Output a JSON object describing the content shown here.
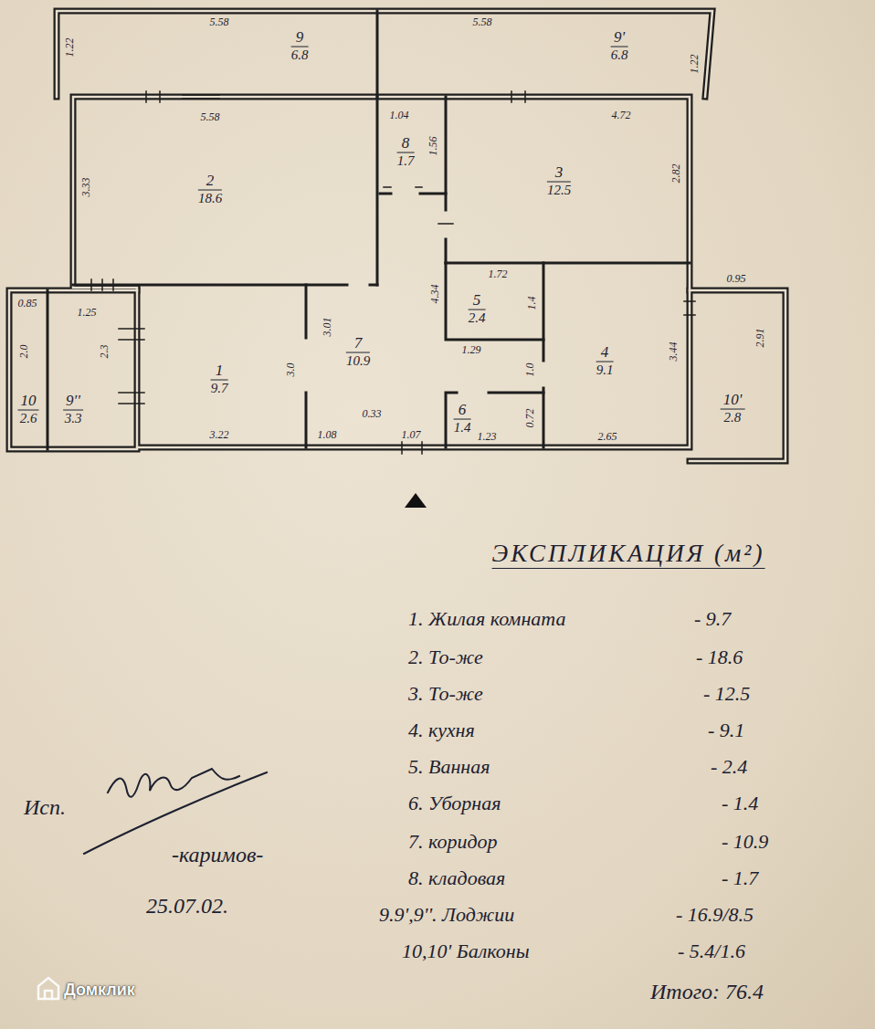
{
  "diagram": {
    "title": "ЭКСПЛИКАЦИЯ (м²)",
    "nodes": [
      {
        "text": [
          "9",
          "6.8"
        ]
      },
      {
        "text": [
          "9'",
          "6.8"
        ]
      },
      {
        "text": [
          "2",
          "18.6"
        ]
      },
      {
        "text": [
          "8",
          "1.7"
        ]
      },
      {
        "text": [
          "3",
          "12.5"
        ]
      },
      {
        "text": [
          "10",
          "2.6"
        ]
      },
      {
        "text": [
          "9''",
          "3.3"
        ]
      },
      {
        "text": [
          "1",
          "9.7"
        ]
      },
      {
        "text": [
          "7",
          "10.9"
        ]
      },
      {
        "text": [
          "5",
          "2.4"
        ]
      },
      {
        "text": [
          "4",
          "9.1"
        ]
      },
      {
        "text": [
          "10'",
          "2.8"
        ]
      },
      {
        "text": [
          "6",
          "1.4"
        ]
      }
    ],
    "labels": [
      "1.22",
      "5.58",
      "5.58",
      "1.22",
      "5.58",
      "3.33",
      "1.04",
      "1.56",
      "4.72",
      "2.82",
      "4.34",
      "1.72",
      "1.4",
      "1.29",
      "1.0",
      "0.72",
      "1.23",
      "3.44",
      "2.65",
      "0.95",
      "2.91",
      "0.85",
      "1.25",
      "2.0",
      "2.3",
      "3.22",
      "3.01",
      "3.0",
      "1.08",
      "0.33",
      "1.07",
      "1. Жилая комната",
      "- 9.7",
      "2. То-же",
      "- 18.6",
      "3. То-же",
      "- 12.5",
      "4. кухня",
      "- 9.1",
      "5. Ванная",
      "- 2.4",
      "6. Уборная",
      "- 1.4",
      "7. коридор",
      "- 10.9",
      "8. кладовая",
      "- 1.7",
      "9.9',9''. Лоджии",
      "- 16.9/8.5",
      "10,10' Балконы",
      "- 5.4/1.6",
      "Итого: 76.4",
      "Исп.",
      "-каримов-",
      "25.07.02.",
      "Домклик"
    ]
  }
}
